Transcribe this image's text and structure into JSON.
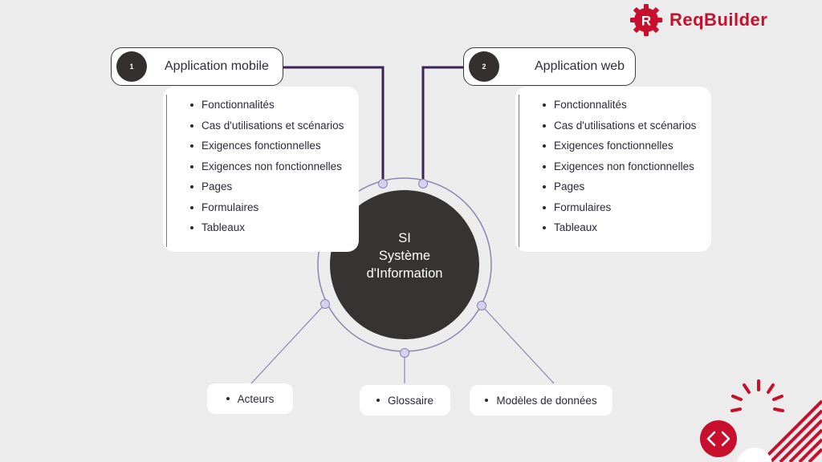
{
  "brand": {
    "name": "ReqBuilder",
    "mark": "R",
    "color": "#c8102e"
  },
  "center": {
    "line1": "SI",
    "line2": "Système",
    "line3": "d'Information"
  },
  "left_group": {
    "number": "1",
    "title": "Application mobile",
    "items": [
      "Fonctionnalités",
      "Cas d'utilisations et scénarios",
      "Exigences fonctionnelles",
      "Exigences non fonctionnelles",
      "Pages",
      "Formulaires",
      "Tableaux"
    ]
  },
  "right_group": {
    "number": "2",
    "title": "Application web",
    "items": [
      "Fonctionnalités",
      "Cas d'utilisations et scénarios",
      "Exigences fonctionnelles",
      "Exigences non fonctionnelles",
      "Pages",
      "Formulaires",
      "Tableaux"
    ]
  },
  "bottom_items": {
    "actors": "Acteurs",
    "glossary": "Glossaire",
    "data_models": "Modèles de données"
  },
  "colors": {
    "connector_dark": "#3a2452",
    "connector_light": "#8a84b0",
    "node_fill": "#d4d0ee",
    "center_fill": "#363333",
    "accent_red": "#c8102e"
  }
}
